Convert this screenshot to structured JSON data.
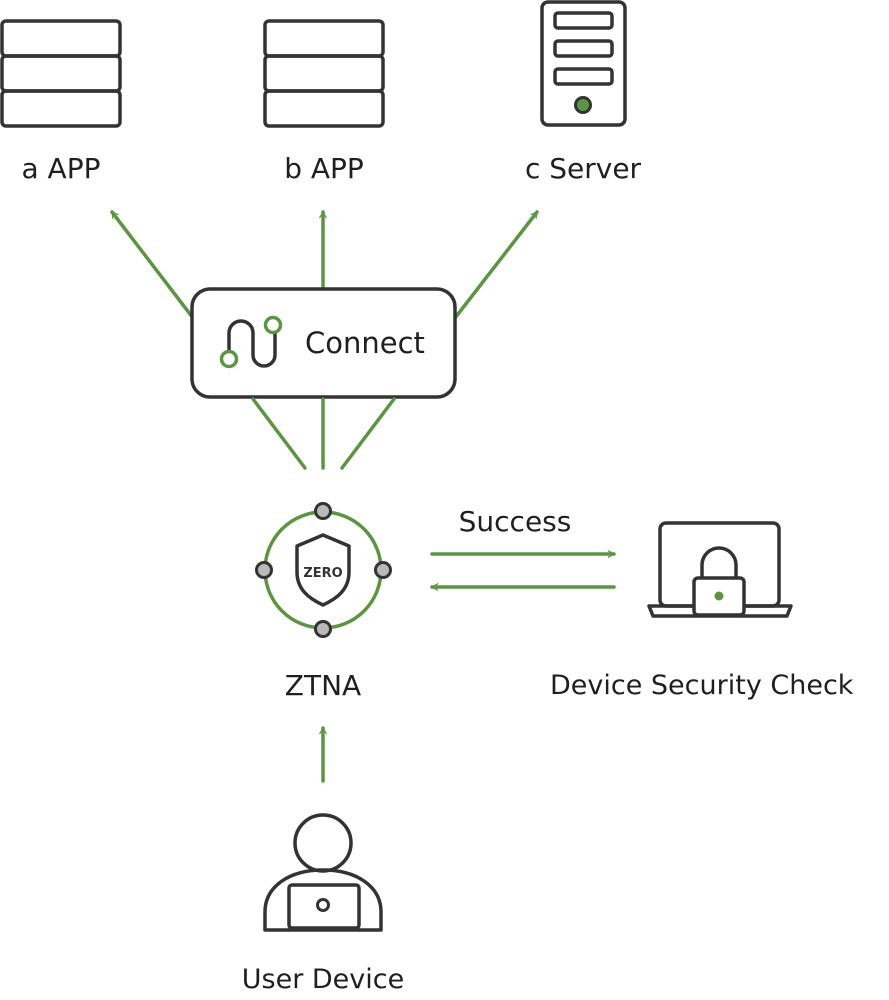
{
  "nodes": {
    "a_app": "a APP",
    "b_app": "b APP",
    "c_server": "c Server",
    "connect": "Connect",
    "ztna": "ZTNA",
    "ztna_badge": "ZERO",
    "device_check": "Device Security Check",
    "user_device": "User Device"
  },
  "edges": {
    "success_label": "Success"
  },
  "colors": {
    "accent": "#5b9542",
    "stroke": "#333333",
    "text": "#1f1f1f",
    "node_fill": "#b9b9b9"
  },
  "icons": {
    "a_app": "database-stack-icon",
    "b_app": "database-stack-icon",
    "c_server": "server-tower-icon",
    "connect": "connector-path-icon",
    "ztna": "zero-trust-shield-icon",
    "device_check": "laptop-lock-icon",
    "user_device": "user-laptop-icon"
  }
}
